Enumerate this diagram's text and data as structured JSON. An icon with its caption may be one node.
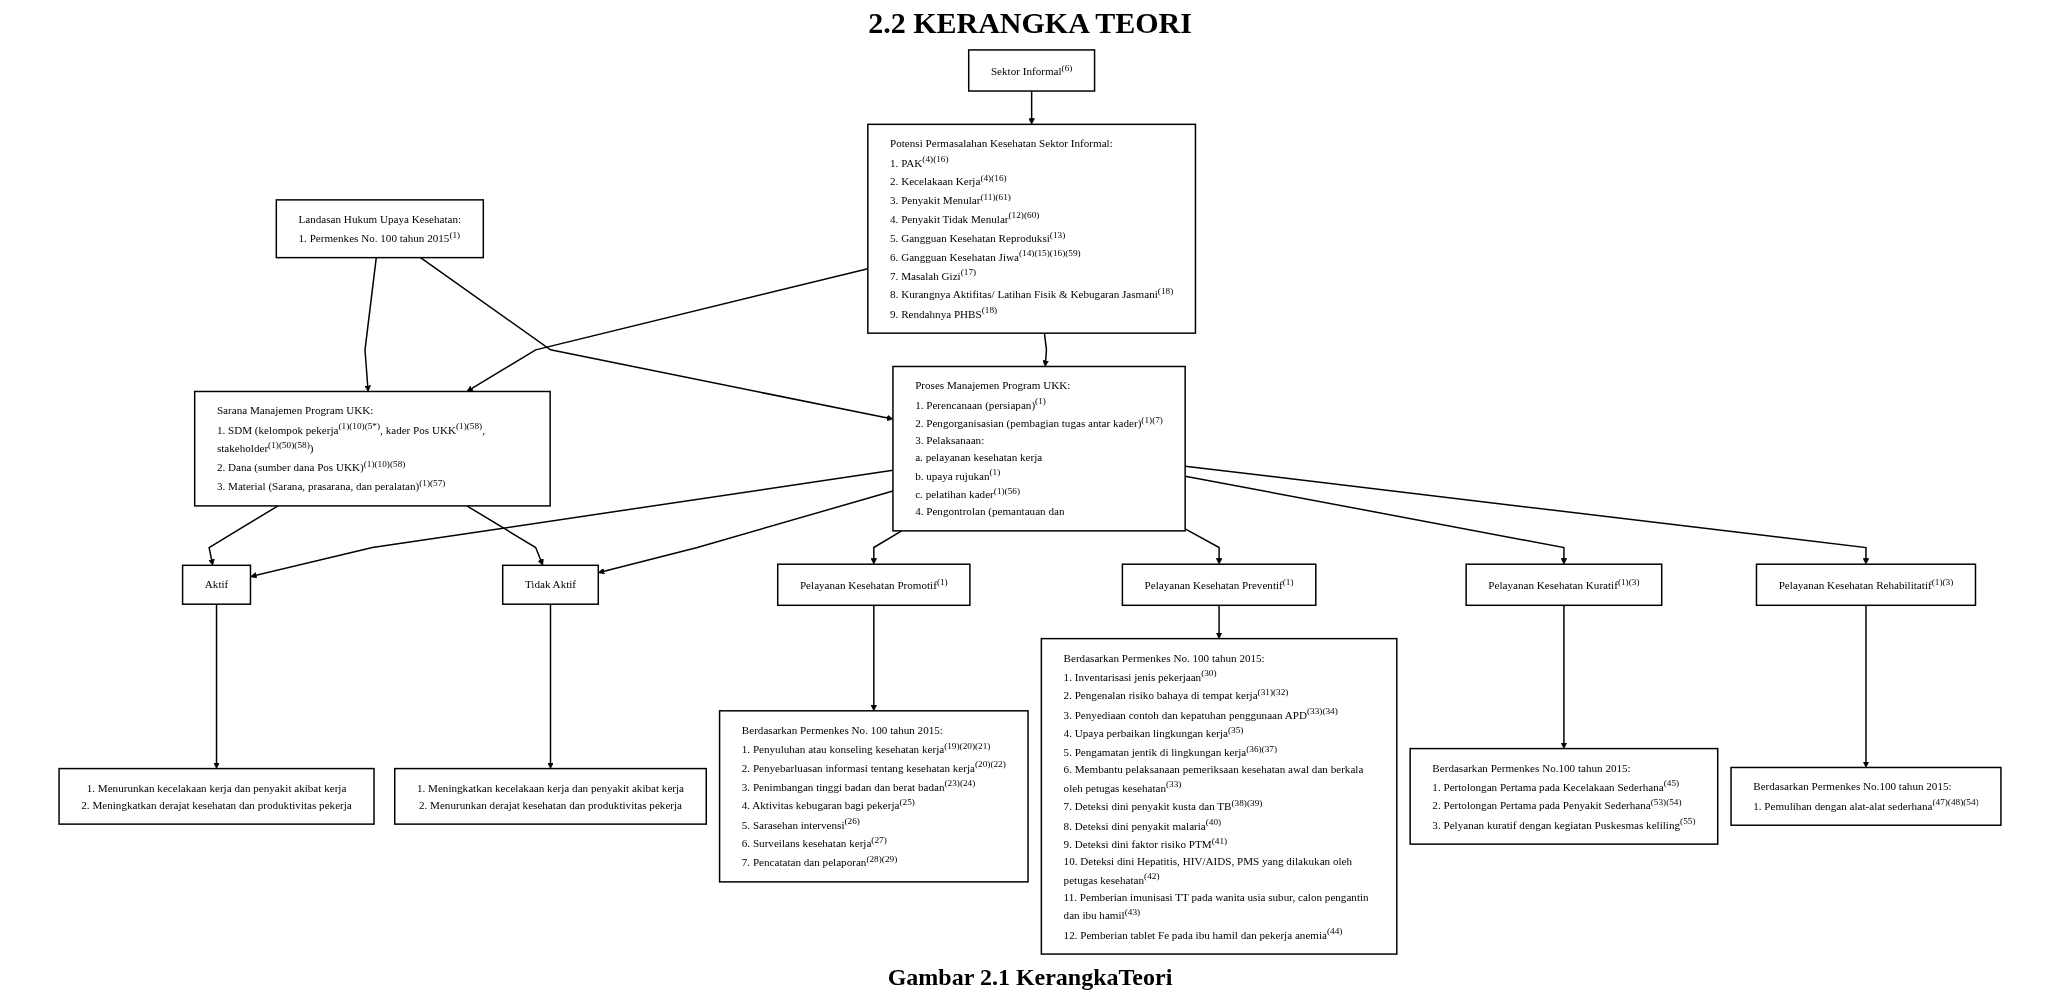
{
  "diagram": {
    "title": "2.2 KERANGKA TEORI",
    "caption": "Gambar 2.1 KerangkaTeori",
    "nodes": [
      {
        "text": [
          "Sektor Informal$^{(6)}$"
        ]
      },
      {
        "text": [
          "Potensi Permasalahan Kesehatan Sektor Informal:",
          "1. PAK$^{(4)(16)}$",
          "2. Kecelakaan Kerja$^{(4)(16)}$",
          "3. Penyakit Menular$^{(11)(61)}$",
          "4. Penyakit Tidak Menular$^{(12)(60)}$",
          "5. Gangguan Kesehatan Reproduksi$^{(13)}$",
          "6. Gangguan Kesehatan Jiwa$^{(14)(15)(16)(59)}$",
          "7. Masalah Gizi$^{(17)}$",
          "8. Kurangnya Aktifitas/ Latihan Fisik & Kebugaran Jasmani$^{(18)}$",
          "9. Rendahnya PHBS$^{(18)}$"
        ]
      },
      {
        "text": [
          "Landasan Hukum Upaya Kesehatan:",
          "1. Permenkes No. 100 tahun 2015$^{(1)}$"
        ]
      },
      {
        "text": [
          "Sarana Manajemen Program UKK:",
          "1. SDM (kelompok pekerja$^{(1)(10)(5*)}$, kader Pos UKK$^{(1)(58)}$, stakeholder$^{(1)(50)(58)}$)",
          "2. Dana (sumber dana Pos UKK)$^{(1)(10)(58)}$",
          "3. Material (Sarana, prasarana, dan peralatan)$^{(1)(57)}$"
        ]
      },
      {
        "text": [
          "Proses Manajemen Program UKK:",
          "1. Perencanaan (persiapan)$^{(1)}$",
          "2. Pengorganisasian (pembagian tugas antar kader)$^{(1)(7)}$",
          "3. Pelaksanaan:",
          "a. pelayanan kesehatan kerja",
          "b. upaya rujukan$^{(1)}$",
          "c. pelatihan kader$^{(1)(56)}$",
          "4. Pengontrolan (pemantauan dan"
        ]
      },
      {
        "text": [
          "Aktif"
        ]
      },
      {
        "text": [
          "Tidak Aktif"
        ]
      },
      {
        "text": [
          "1. Menurunkan kecelakaan kerja dan penyakit akibat kerja",
          "2. Meningkatkan derajat kesehatan dan produktivitas pekerja"
        ]
      },
      {
        "text": [
          "1. Meningkatkan kecelakaan kerja dan penyakit akibat kerja",
          "2. Menurunkan derajat kesehatan dan produktivitas pekerja"
        ]
      },
      {
        "text": [
          "Pelayanan Kesehatan Promotif$^{(1)}$"
        ]
      },
      {
        "text": [
          "Berdasarkan Permenkes No. 100 tahun 2015:",
          "1. Penyuluhan atau konseling kesehatan kerja$^{(19)(20)(21)}$",
          "2. Penyebarluasan informasi tentang kesehatan kerja$^{(20)(22)}$",
          "3. Penimbangan tinggi badan dan berat badan$^{(23)(24)}$",
          "4. Aktivitas kebugaran bagi pekerja$^{(25)}$",
          "5. Sarasehan intervensi$^{(26)}$",
          "6. Surveilans kesehatan kerja$^{(27)}$",
          "7. Pencatatan dan pelaporan$^{(28)(29)}$"
        ]
      },
      {
        "text": [
          "Pelayanan Kesehatan Preventif$^{(1)}$"
        ]
      },
      {
        "text": [
          "Berdasarkan Permenkes No. 100 tahun 2015:",
          "1. Inventarisasi jenis pekerjaan$^{(30)}$",
          "2. Pengenalan risiko bahaya di tempat kerja$^{(31)(32)}$",
          "3. Penyediaan contoh dan kepatuhan penggunaan APD$^{(33)(34)}$",
          "4. Upaya perbaikan lingkungan kerja$^{(35)}$",
          "5. Pengamatan jentik di lingkungan kerja$^{(36)(37)}$",
          "6. Membantu pelaksanaan pemeriksaan kesehatan awal dan berkala oleh petugas kesehatan$^{(33)}$",
          "7. Deteksi dini penyakit kusta dan TB$^{(38)(39)}$",
          "8. Deteksi dini penyakit malaria$^{(40)}$",
          "9. Deteksi dini faktor risiko PTM$^{(41)}$",
          "10. Deteksi dini Hepatitis, HIV/AIDS, PMS yang dilakukan oleh petugas kesehatan$^{(42)}$",
          "11. Pemberian imunisasi TT pada wanita usia subur, calon pengantin dan ibu hamil$^{(43)}$",
          "12. Pemberian tablet Fe pada ibu hamil dan pekerja anemia$^{(44)}$"
        ]
      },
      {
        "text": [
          "Pelayanan Kesehatan Kuratif$^{(1)(3)}$"
        ]
      },
      {
        "text": [
          "Berdasarkan Permenkes No.100 tahun 2015:",
          "1. Pertolongan Pertama pada Kecelakaan Sederhana$^{(45)}$",
          "2. Pertolongan Pertama pada Penyakit Sederhana$^{(53)(54)}$",
          "3. Pelyanan kuratif dengan kegiatan Puskesmas keliling$^{(55)}$"
        ]
      },
      {
        "text": [
          "Pelayanan Kesehatan Rehabilitatif$^{(1)(3)}$"
        ]
      },
      {
        "text": [
          "Berdasarkan Permenkes No.100 tahun 2015:",
          "1. Pemulihan dengan alat-alat sederhana$^{(47)(48)(54)}$"
        ]
      }
    ],
    "edges": [
      {
        "from": 0,
        "to": 1,
        "arrow": "to"
      },
      {
        "from": 2,
        "to": 3,
        "arrow": "to"
      },
      {
        "from": 2,
        "to": 4,
        "arrow": "to"
      },
      {
        "from": 1,
        "to": 3,
        "arrow": "to"
      },
      {
        "from": 1,
        "to": 4,
        "arrow": "to"
      },
      {
        "from": 3,
        "to": 5,
        "arrow": "to"
      },
      {
        "from": 3,
        "to": 6,
        "arrow": "to"
      },
      {
        "from": 4,
        "to": 5,
        "arrow": "to"
      },
      {
        "from": 4,
        "to": 6,
        "arrow": "to"
      },
      {
        "from": 5,
        "to": 7,
        "arrow": "to"
      },
      {
        "from": 6,
        "to": 8,
        "arrow": "to"
      },
      {
        "from": 4,
        "to": 9,
        "arrow": "to"
      },
      {
        "from": 4,
        "to": 11,
        "arrow": "to"
      },
      {
        "from": 4,
        "to": 13,
        "arrow": "to"
      },
      {
        "from": 4,
        "to": 15,
        "arrow": "to"
      },
      {
        "from": 9,
        "to": 10,
        "arrow": "to"
      },
      {
        "from": 11,
        "to": 12,
        "arrow": "to"
      },
      {
        "from": 13,
        "to": 14,
        "arrow": "to"
      },
      {
        "from": 15,
        "to": 16,
        "arrow": "to"
      }
    ]
  }
}
